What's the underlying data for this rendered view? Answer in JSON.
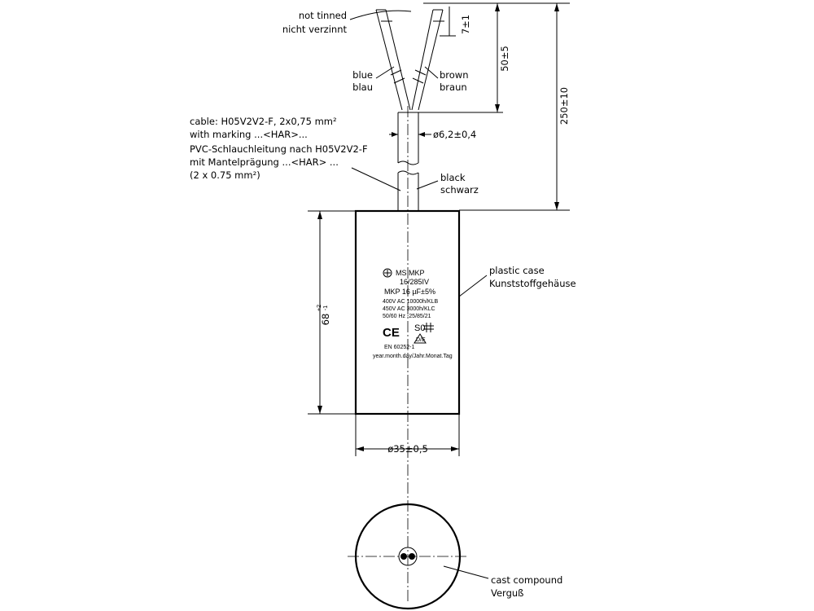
{
  "labels": {
    "not_tinned": "not tinned",
    "nicht_verzinnt": "nicht verzinnt",
    "blue": "blue",
    "blau": "blau",
    "brown": "brown",
    "braun": "braun",
    "cable_line1": "cable: H05V2V2-F, 2x0,75 mm²",
    "cable_line2": "with marking ...<HAR>...",
    "cable_line3": "PVC-Schlauchleitung nach H05V2V2-F",
    "cable_line4": "mit Mantelprägung ...<HAR> ...",
    "cable_line5": "(2 x 0.75 mm²)",
    "black": "black",
    "schwarz": "schwarz",
    "plastic_case": "plastic case",
    "kunststoff": "Kunststoffgehäuse",
    "cast_compound": "cast compound",
    "verguss": "Verguß"
  },
  "dimensions": {
    "strip": "7±1",
    "wire_length": "50±5",
    "total_length": "250±10",
    "cable_diameter": "ø6,2±0,4",
    "height_value": "68",
    "height_tol_plus": "+2",
    "height_tol_minus": "-1",
    "case_diameter": "ø35±0,5"
  },
  "case_label": {
    "brand": "MS MKP",
    "rating": "16/285IV",
    "line1": "MKP 16 µF±5%",
    "line2": "400V AC 10000h/KLB",
    "line3": "450V AC 3000h/KLC",
    "line4": "50/60 Hz -25/85/21",
    "ce_mark": "CE",
    "s0_mark": "S0",
    "vde_mark": "D/E",
    "standard": "EN 60252-1",
    "date": "year.month.day/Jahr.Monat.Tag"
  }
}
